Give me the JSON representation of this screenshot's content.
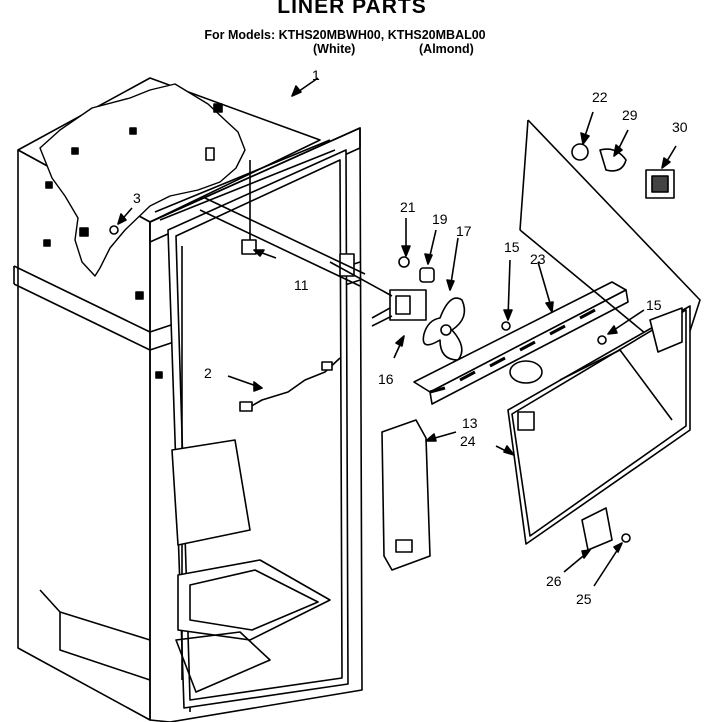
{
  "header": {
    "title": "LINER PARTS",
    "models_line": "For Models: KTHS20MBWH00, KTHS20MBAL00",
    "variant_white": "(White)",
    "variant_almond": "(Almond)"
  },
  "callouts": {
    "c1": "1",
    "c2": "2",
    "c3": "3",
    "c11": "11",
    "c13": "13",
    "c15a": "15",
    "c15b": "15",
    "c16": "16",
    "c17": "17",
    "c19": "19",
    "c21": "21",
    "c22": "22",
    "c23": "23",
    "c24": "24",
    "c25": "25",
    "c26": "26",
    "c29": "29",
    "c30": "30"
  }
}
